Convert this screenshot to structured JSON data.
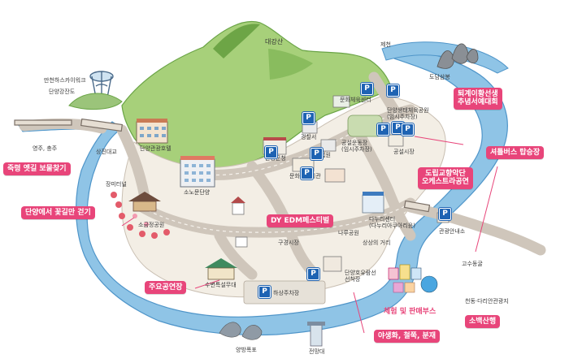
{
  "map": {
    "background": "#ffffff",
    "colors": {
      "mountain": "#a7d07a",
      "mountain_dark": "#5f9a3a",
      "river": "#8fc4e6",
      "river_edge": "#4f95c9",
      "road": "#d9d3cc",
      "road_edge": "#b9b0a6",
      "callout": "#e8457a",
      "parking": "#1e63b3"
    },
    "places": {
      "daegangsan": "대강산",
      "jecheon": "제천",
      "dodamsambong": "도담삼봉",
      "manchen_skywalk": "만천하스카이워크",
      "danyang_gangcheondo": "단양강잔도",
      "yeongju_chungju": "영주, 충주",
      "sangjin_bridge": "상진대교",
      "danyang_tourist_hotel": "단양관광호텔",
      "jangmi_tunnel": "장미터널",
      "sobaek_gallery": "소노문단양",
      "sogeum_park": "소금정공원",
      "sugyeong_stage": "수변특설무대",
      "hasang_parking": "하상주차장",
      "danyang_county_office": "단양군청",
      "police": "경찰서",
      "court": "법원",
      "culture_center": "문화예술회관",
      "culture_sports_center": "문화체육센터",
      "sports_park": "단양생태체육공원\n(임시주차장)",
      "public_stadium": "공설운동장\n(임시주차장)",
      "public_market": "공설시장",
      "gyeongsan_market": "구경시장",
      "danyang_museum": "다누리센터\n(다누리아쿠아리움)",
      "culture_street": "상상의 거리",
      "nuri_park": "나루공원",
      "tour_info": "관광안내소",
      "danyang_lake": "단양호유람선\n선착장",
      "gosu_bridge": "고수동굴",
      "cheondong_cave": "천동·다리안관광지",
      "yangbang_falls": "양방폭포",
      "jeonmangdae": "전망대"
    },
    "callouts": {
      "old_memories": "죽령 옛길 보물찾기",
      "flower_walk": "단양에서 꽃길만 걷기",
      "main_stage": "주요공연장",
      "edm": "DY EDM페스티벌",
      "toegye": "퇴계이황선생\n추념서예대회",
      "orchestra": "도립교향악단\n오케스트라공연",
      "shuttle": "셔틀버스 탑승장",
      "sobaek_trail": "소백산행",
      "night_market": "야생화, 철쭉, 분재"
    },
    "booths_label": "체험 및 판매부스",
    "parking_symbol": "P"
  }
}
